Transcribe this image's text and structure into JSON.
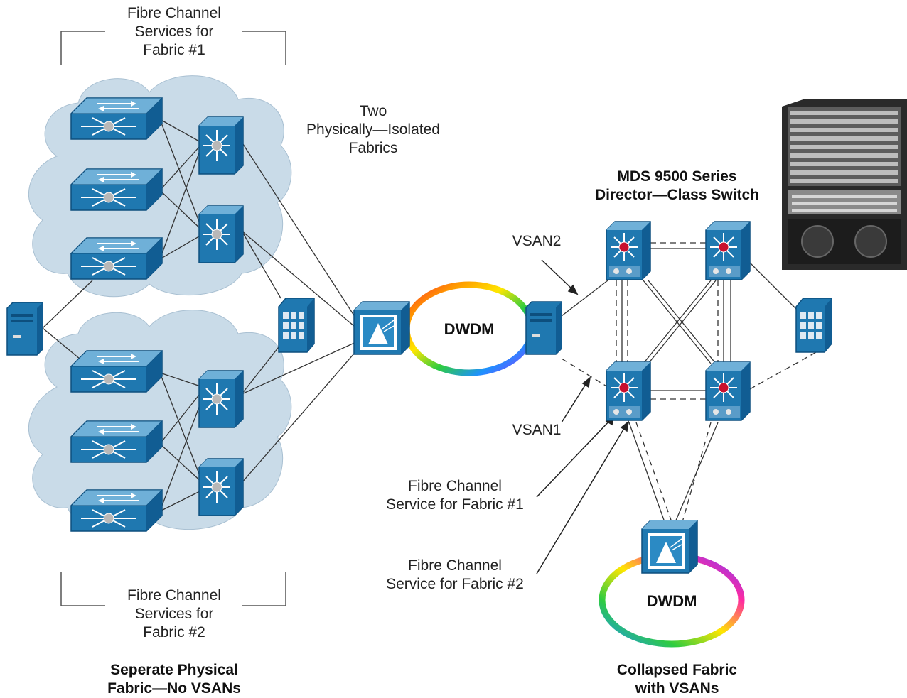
{
  "labels": {
    "fc_services_fabric1": [
      "Fibre Channel",
      "Services for",
      "Fabric #1"
    ],
    "fc_services_fabric2": [
      "Fibre Channel",
      "Services for",
      "Fabric #2"
    ],
    "two_isolated": [
      "Two",
      "Physically—Isolated",
      "Fabrics"
    ],
    "mds_title": [
      "MDS 9500 Series",
      "Director—Class Switch"
    ],
    "vsan2": "VSAN2",
    "vsan1": "VSAN1",
    "fc_service_fabric1": [
      "Fibre Channel",
      "Service for Fabric #1"
    ],
    "fc_service_fabric2": [
      "Fibre Channel",
      "Service for Fabric #2"
    ],
    "left_caption": [
      "Seperate Physical",
      "Fabric—No VSANs"
    ],
    "right_caption": [
      "Collapsed Fabric",
      "with VSANs"
    ],
    "dwdm_left": "DWDM",
    "dwdm_bottom": "DWDM"
  },
  "colors": {
    "cloud": "#c9dbe8",
    "device": "#1f78b0",
    "device_dark": "#0d4f7e",
    "link": "#333333",
    "accent_red": "#c8102e"
  },
  "icons": {
    "fabric_switch": "fc-fabric-switch-icon",
    "director_switch": "mds-director-icon",
    "host": "server-icon",
    "storage": "storage-array-icon",
    "optical": "dwdm-optical-icon",
    "chassis": "mds-chassis-photo"
  }
}
